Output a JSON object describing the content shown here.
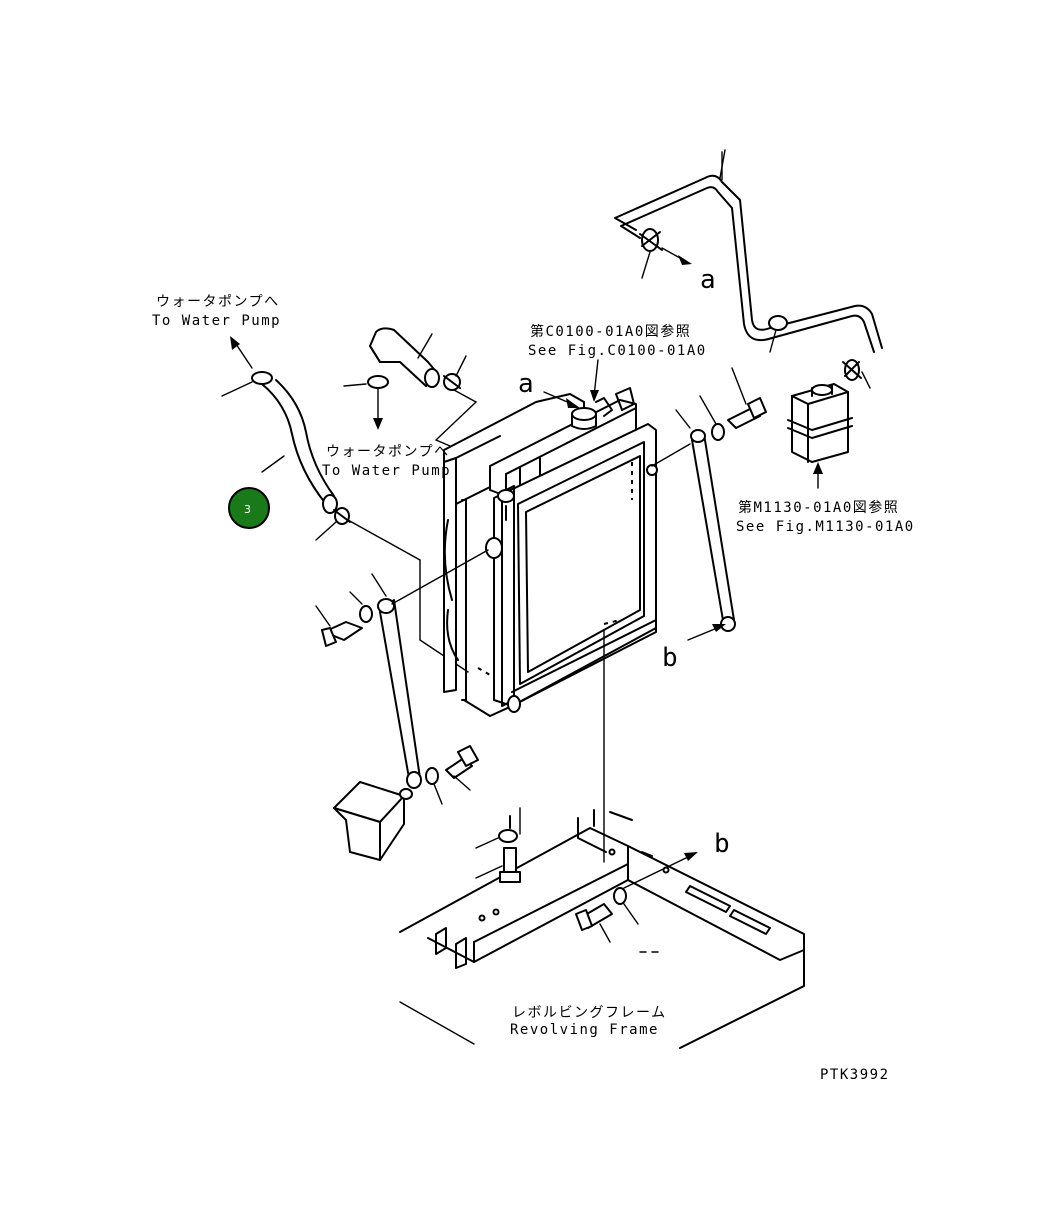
{
  "labels": {
    "water_pump_top_jp": "ウォータポンプへ",
    "water_pump_top_en": "To Water Pump",
    "water_pump_mid_jp": "ウォータポンプへ",
    "water_pump_mid_en": "To Water Pump",
    "see_fig_c_jp": "第C0100-01A0図参照",
    "see_fig_c_en": "See Fig.C0100-01A0",
    "see_fig_m_jp": "第M1130-01A0図参照",
    "see_fig_m_en": "See Fig.M1130-01A0",
    "frame_jp": "レボルビングフレーム",
    "frame_en": "Revolving Frame",
    "ref_a1": "a",
    "ref_a2": "a",
    "ref_b1": "b",
    "ref_b2": "b",
    "drawing_code": "PTK3992"
  },
  "callout": {
    "number": "3",
    "color": "#1a7a1a"
  }
}
